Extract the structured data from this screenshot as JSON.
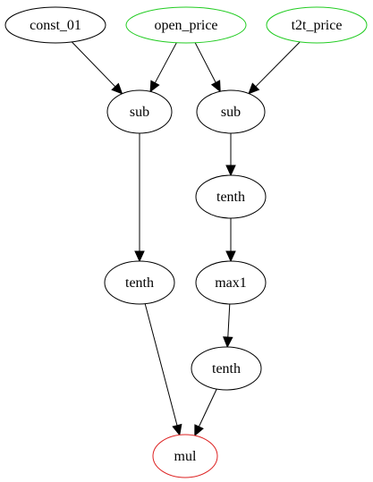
{
  "graph": {
    "nodes": [
      {
        "id": "const_01",
        "label": "const_01",
        "color": "#000000"
      },
      {
        "id": "open_price",
        "label": "open_price",
        "color": "#22cc22"
      },
      {
        "id": "t2t_price",
        "label": "t2t_price",
        "color": "#22cc22"
      },
      {
        "id": "sub_a",
        "label": "sub",
        "color": "#000000"
      },
      {
        "id": "sub_b",
        "label": "sub",
        "color": "#000000"
      },
      {
        "id": "tenth_b1",
        "label": "tenth",
        "color": "#000000"
      },
      {
        "id": "tenth_a",
        "label": "tenth",
        "color": "#000000"
      },
      {
        "id": "max1",
        "label": "max1",
        "color": "#000000"
      },
      {
        "id": "tenth_b2",
        "label": "tenth",
        "color": "#000000"
      },
      {
        "id": "mul",
        "label": "mul",
        "color": "#dd2222"
      }
    ],
    "edges": [
      {
        "from": "const_01",
        "to": "sub_a"
      },
      {
        "from": "open_price",
        "to": "sub_a"
      },
      {
        "from": "open_price",
        "to": "sub_b"
      },
      {
        "from": "t2t_price",
        "to": "sub_b"
      },
      {
        "from": "sub_a",
        "to": "tenth_a"
      },
      {
        "from": "sub_b",
        "to": "tenth_b1"
      },
      {
        "from": "tenth_b1",
        "to": "max1"
      },
      {
        "from": "max1",
        "to": "tenth_b2"
      },
      {
        "from": "tenth_a",
        "to": "mul"
      },
      {
        "from": "tenth_b2",
        "to": "mul"
      }
    ]
  }
}
